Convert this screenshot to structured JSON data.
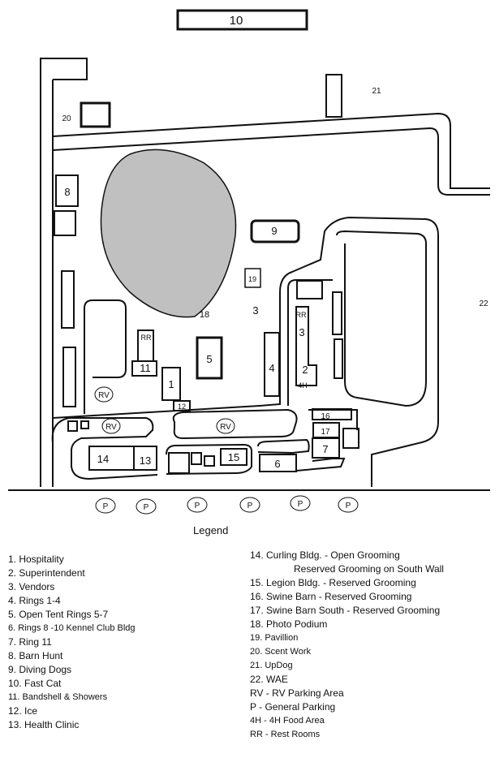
{
  "map": {
    "labels": {
      "top_box": "10",
      "area_20": "20",
      "area_21": "21",
      "area_22": "22",
      "bldg_8": "8",
      "bldg_9": "9",
      "bldg_19": "19",
      "label_18": "18",
      "label_3_center": "3",
      "rr_right": "RR",
      "label_3_right": "3",
      "label_2": "2",
      "label_4h": "4H",
      "rr_left": "RR",
      "bldg_11": "11",
      "bldg_1": "1",
      "bldg_5": "5",
      "bldg_4": "4",
      "bldg_12": "12",
      "bldg_16": "16",
      "bldg_17": "17",
      "bldg_7": "7",
      "rv_1": "RV",
      "rv_2": "RV",
      "rv_3": "RV",
      "bldg_14": "14",
      "bldg_13": "13",
      "bldg_15": "15",
      "bldg_6": "6"
    },
    "parking": [
      "P",
      "P",
      "P",
      "P",
      "P",
      "P"
    ],
    "colors": {
      "pond": "#c0c0c0",
      "lines": "#111111"
    }
  },
  "legend": {
    "title": "Legend",
    "left": [
      "1. Hospitality",
      "2. Superintendent",
      "3. Vendors",
      "4. Rings 1-4",
      "5. Open Tent Rings 5-7",
      "6. Rings  8 -10 Kennel Club Bldg",
      "7. Ring 11",
      "8. Barn Hunt",
      "9. Diving Dogs",
      "10. Fast Cat",
      "11. Bandshell & Showers",
      "12. Ice",
      "13. Health Clinic"
    ],
    "right": [
      "14. Curling Bldg. - Open Grooming",
      "Reserved Grooming on South Wall",
      "15. Legion Bldg. - Reserved Grooming",
      "16. Swine Barn - Reserved Grooming",
      "17. Swine Barn South - Reserved Grooming",
      "18. Photo Podium",
      "19. Pavillion",
      "20. Scent Work",
      "21. UpDog",
      "22. WAE",
      "RV - RV Parking Area",
      "P - General Parking",
      "4H - 4H Food Area",
      "RR - Rest Rooms"
    ]
  }
}
